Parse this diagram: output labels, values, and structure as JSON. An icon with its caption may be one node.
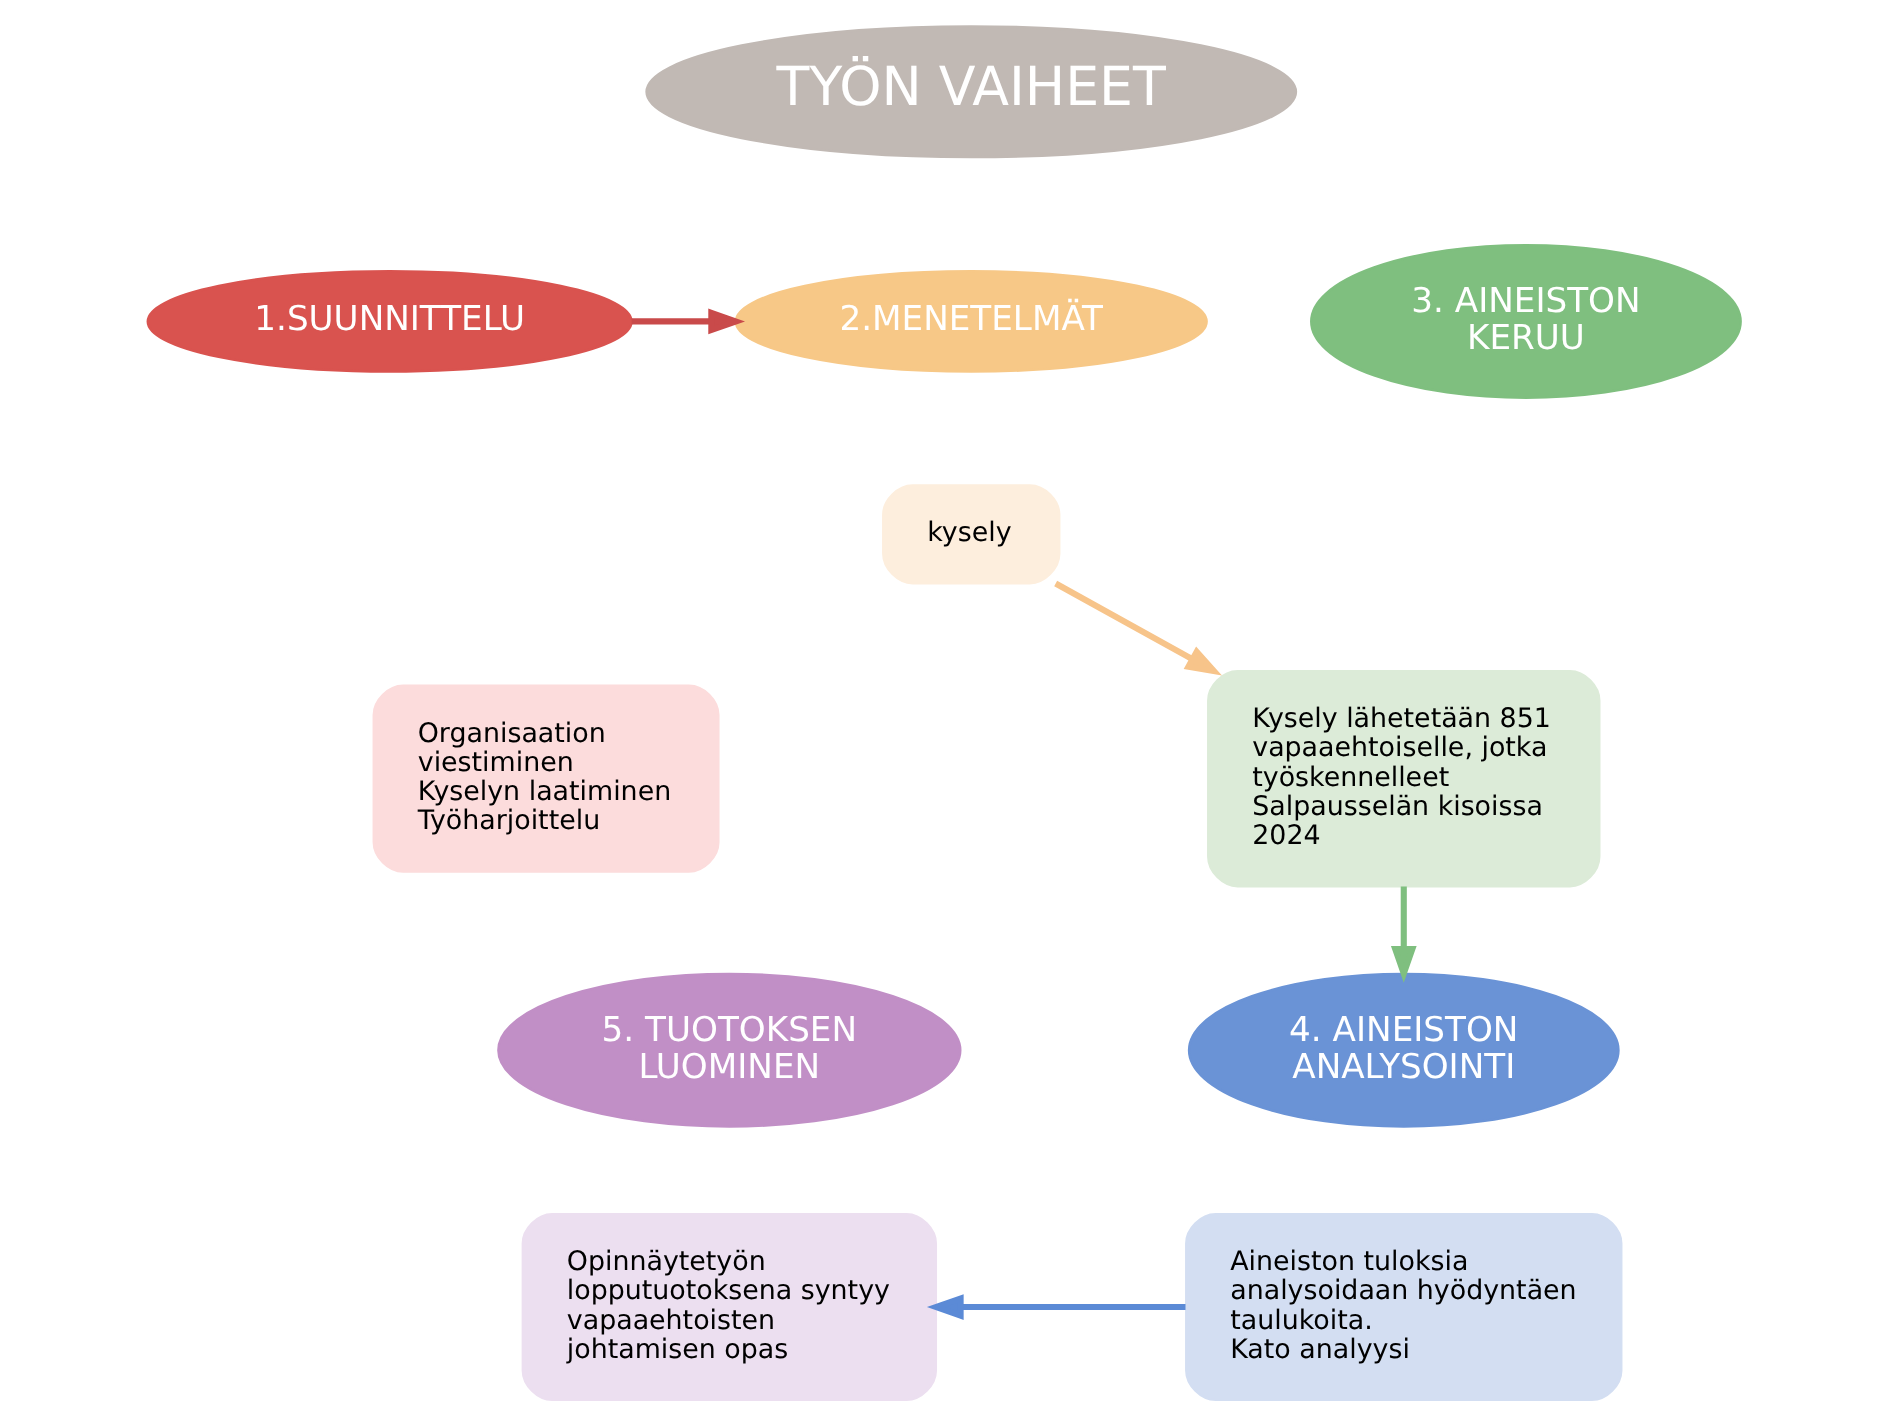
{
  "diagram": {
    "nodes": [
      {
        "text": [
          "TYÖN VAIHEET"
        ]
      },
      {
        "text": [
          "1.SUUNNITTELU"
        ]
      },
      {
        "text": [
          "Organisaation viestiminen",
          "Kyselyn laatiminen",
          "Työharjoittelu"
        ]
      },
      {
        "text": [
          "2.MENETELMÄT"
        ]
      },
      {
        "text": [
          "kysely"
        ]
      },
      {
        "text": [
          "3. AINEISTON KERUU"
        ]
      },
      {
        "text": [
          "Kysely lähetetään 851 vapaaehtoiselle, jotka työskennelleet Salpausselän kisoissa 2024"
        ]
      },
      {
        "text": [
          "4. AINEISTON ANALYSOINTI"
        ]
      },
      {
        "text": [
          "Aineiston tuloksia analysoidaan hyödyntäen taulukoita.",
          "Kato analyysi"
        ]
      },
      {
        "text": [
          "5. TUOTOKSEN LUOMINEN"
        ]
      },
      {
        "text": [
          "Opinnäytetyön lopputuotoksena syntyy vapaaehtoisten johtamisen opas"
        ]
      }
    ],
    "edges": [
      {
        "from": 1,
        "to": 3,
        "arrow": "to",
        "color": "#c94a4a"
      },
      {
        "from": 4,
        "to": 6,
        "arrow": "to",
        "color": "#f7c48a"
      },
      {
        "from": 6,
        "to": 7,
        "arrow": "to",
        "color": "#7fbf7f"
      },
      {
        "from": 8,
        "to": 10,
        "arrow": "to",
        "color": "#5b8ad6"
      }
    ]
  }
}
